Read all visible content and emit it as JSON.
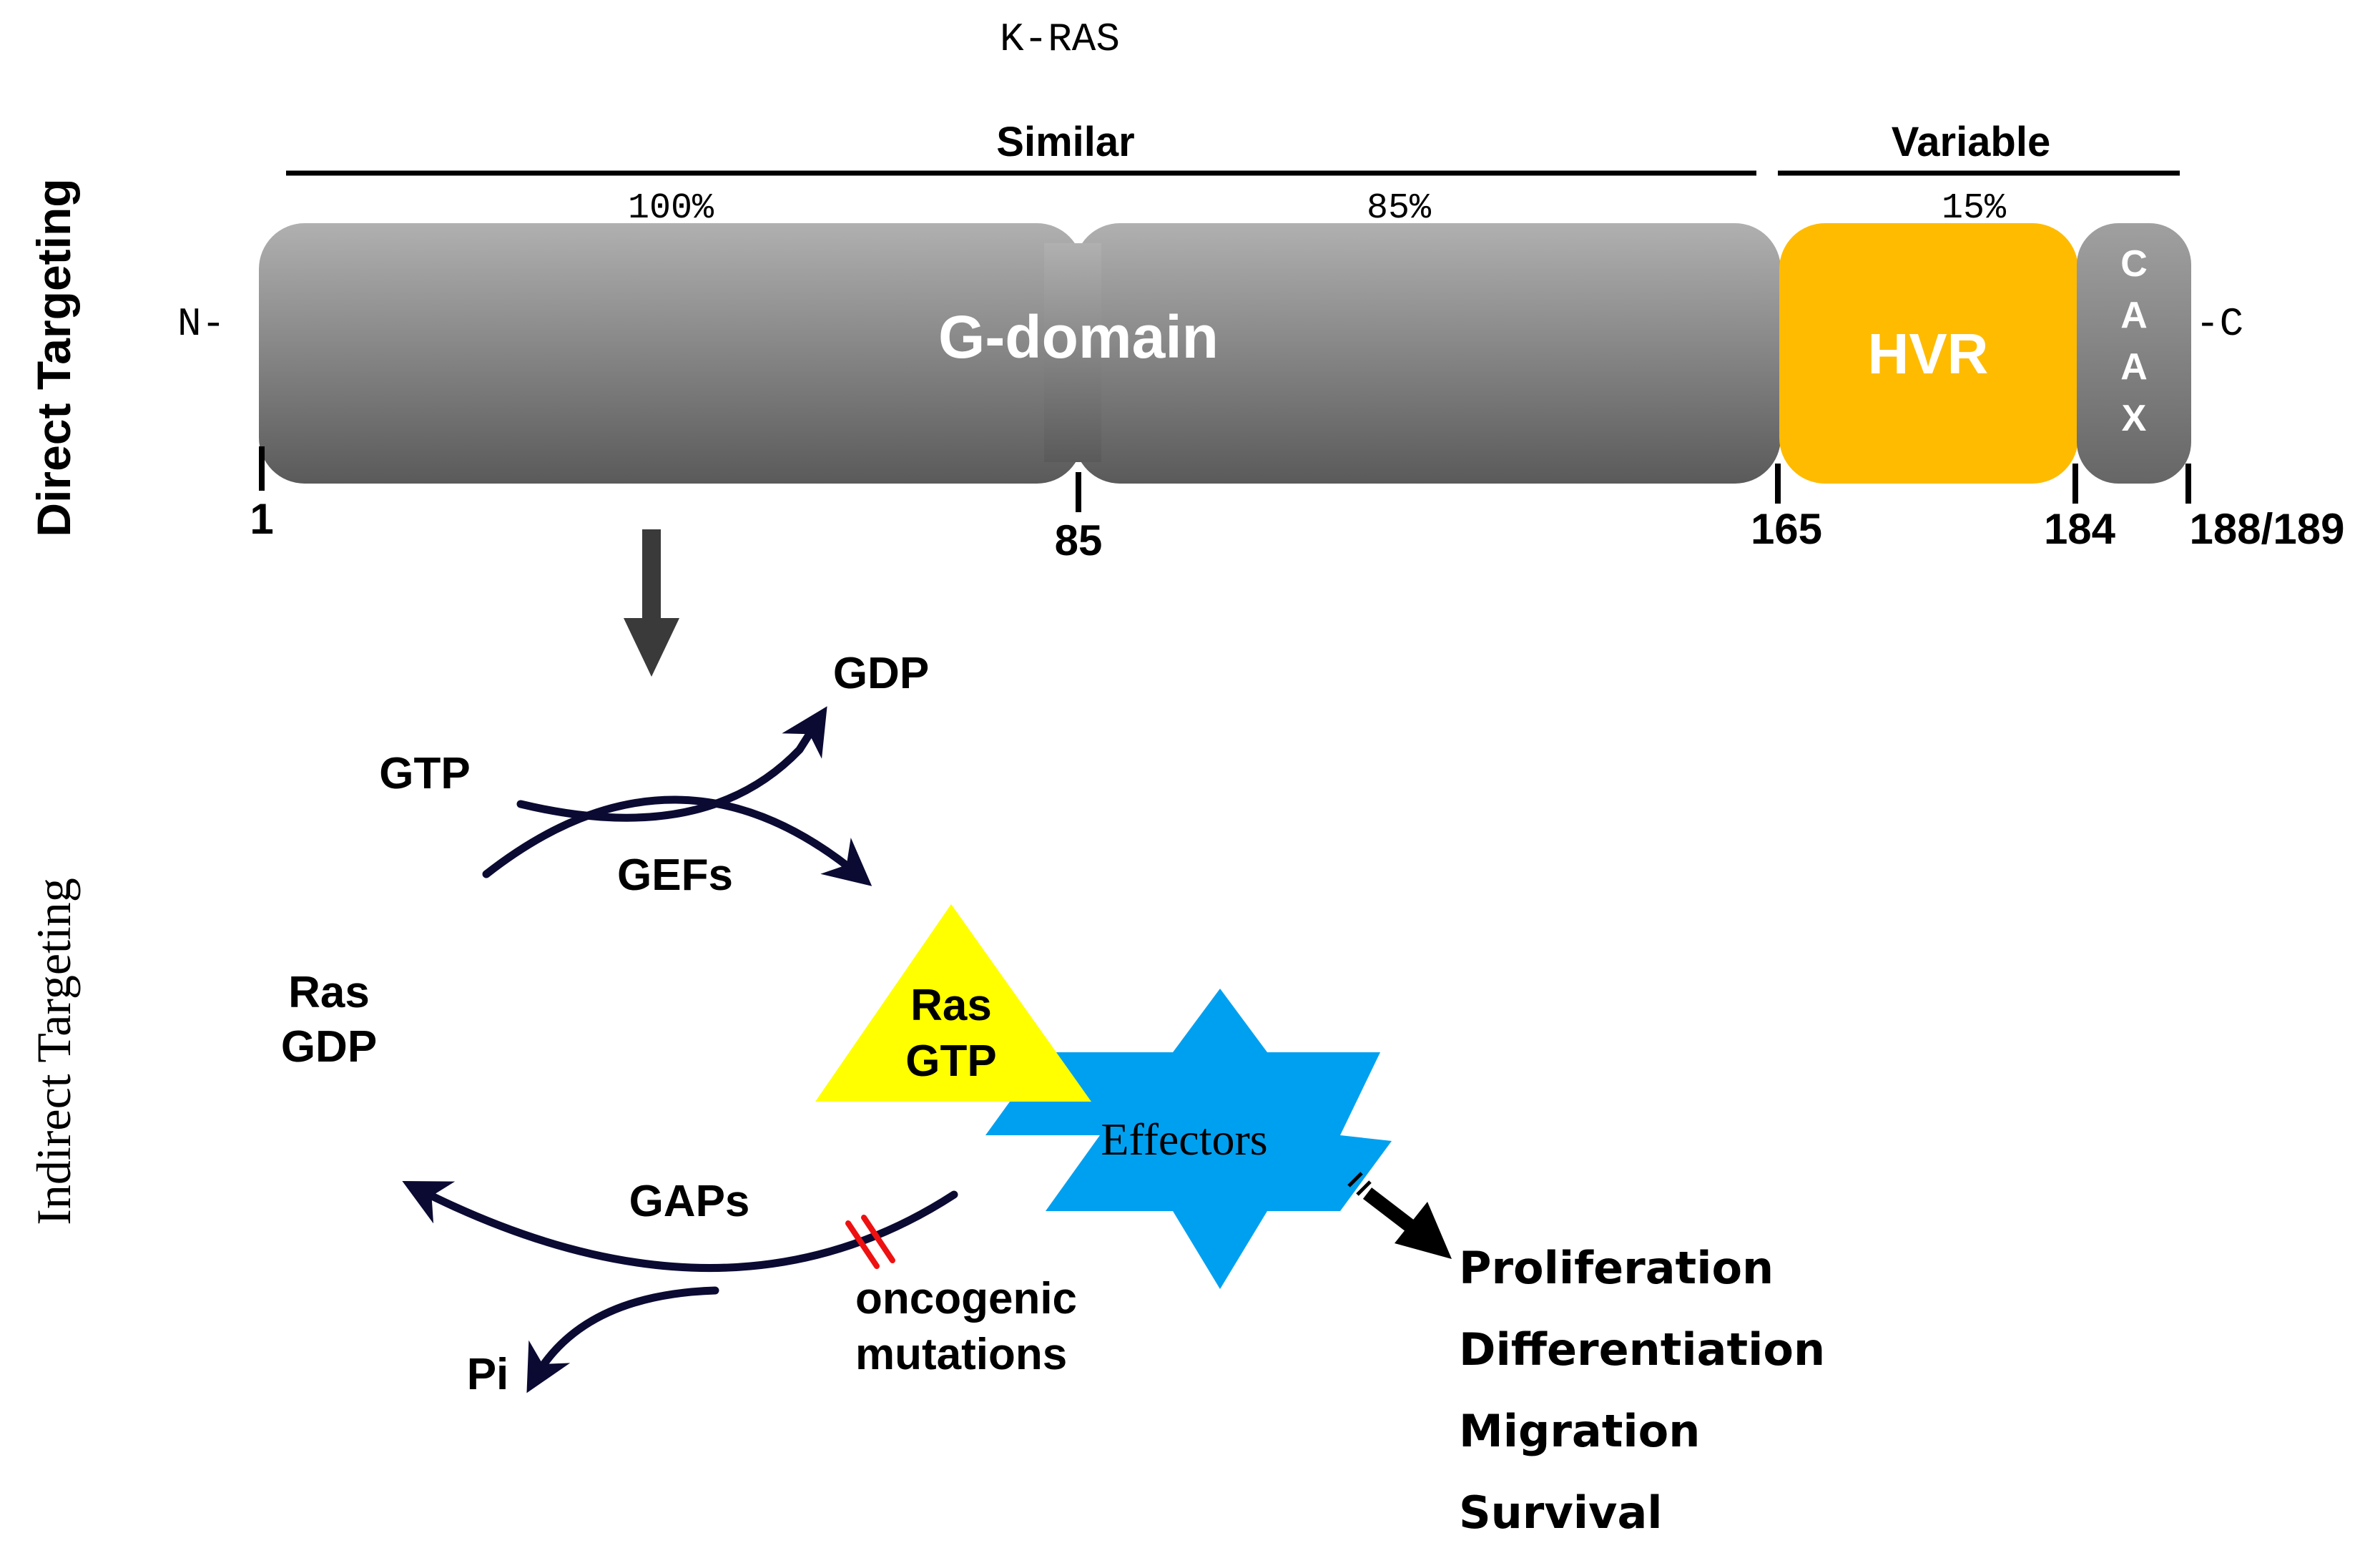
{
  "title": "K-RAS",
  "side_labels": {
    "direct": "Direct Targeting",
    "indirect": "Indirect Targeting"
  },
  "protein": {
    "n_term": "N-",
    "c_term": "-C",
    "region_similar": "Similar",
    "region_variable": "Variable",
    "pct_a": "100%",
    "pct_b": "85%",
    "pct_c": "15%",
    "g_domain": "G-domain",
    "hvr": "HVR",
    "caax": [
      "C",
      "A",
      "A",
      "X"
    ],
    "positions": [
      "1",
      "85",
      "165",
      "184",
      "188/189"
    ]
  },
  "cycle": {
    "gtp": "GTP",
    "gdp_top": "GDP",
    "gefs": "GEFs",
    "ras_gdp_line1": "Ras",
    "ras_gdp_line2": "GDP",
    "ras_gtp_line1": "Ras",
    "ras_gtp_line2": "GTP",
    "effectors": "Effectors",
    "gaps": "GAPs",
    "pi": "Pi",
    "onco_line1": "oncogenic",
    "onco_line2": "mutations"
  },
  "outcomes": [
    "Proliferation",
    "Differentiation",
    "Migration",
    "Survival"
  ],
  "colors": {
    "g_domain_top": "#b0b0b0",
    "g_domain_bottom": "#5a5a5a",
    "hvr": "#ffbb00",
    "caax": "#777777",
    "ras_gtp_triangle": "#ffff00",
    "effectors_star": "#00a0f0",
    "cycle_arrow": "#0a0a33",
    "mutation_mark": "#ee1111"
  }
}
